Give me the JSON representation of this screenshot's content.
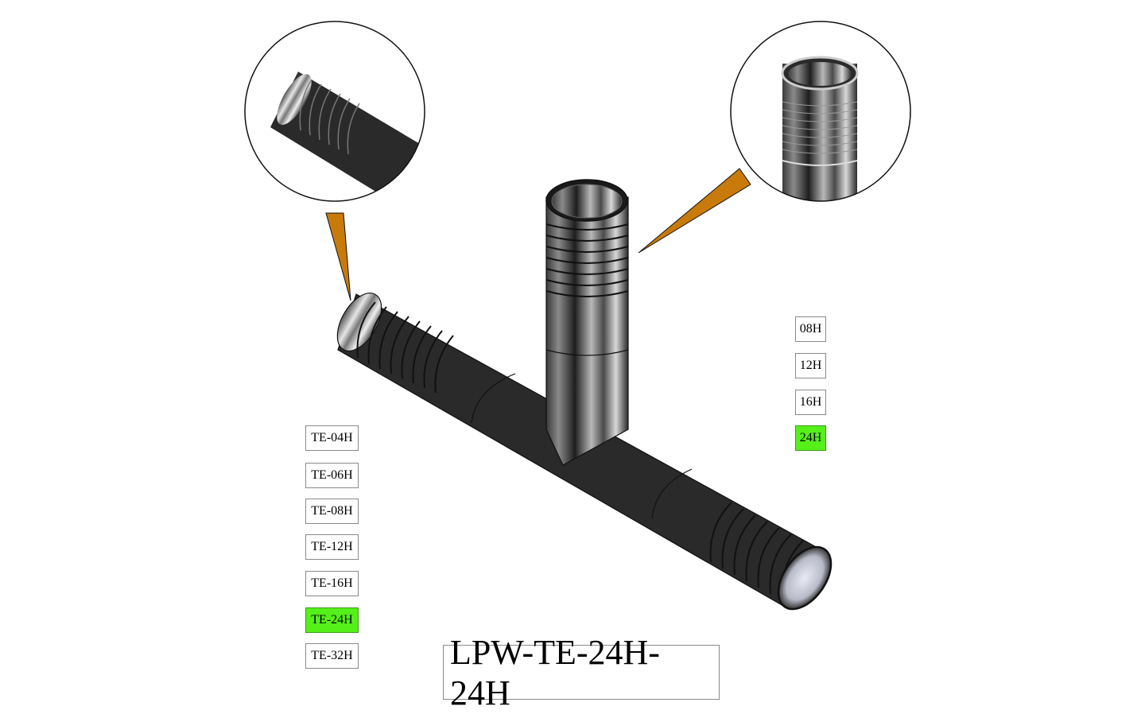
{
  "product": {
    "code": "LPW-TE-24H-24H"
  },
  "fitting_options": {
    "selected": "TE-24H",
    "items": [
      {
        "label": "TE-04H",
        "selected": false
      },
      {
        "label": "TE-06H",
        "selected": false
      },
      {
        "label": "TE-08H",
        "selected": false
      },
      {
        "label": "TE-12H",
        "selected": false
      },
      {
        "label": "TE-16H",
        "selected": false
      },
      {
        "label": "TE-24H",
        "selected": true
      },
      {
        "label": "TE-32H",
        "selected": false
      }
    ]
  },
  "branch_options": {
    "selected": "24H",
    "items": [
      {
        "label": "08H",
        "selected": false
      },
      {
        "label": "12H",
        "selected": false
      },
      {
        "label": "16H",
        "selected": false
      },
      {
        "label": "24H",
        "selected": true
      }
    ]
  },
  "colors": {
    "selected_bg": "#55f01a",
    "callout_pointer": "#c87a0a",
    "button_border": "#8a8a8a"
  },
  "images": {
    "main": "tee-fitting-render",
    "detail_left": "hose-barb-detail-run",
    "detail_right": "hose-barb-detail-branch"
  }
}
